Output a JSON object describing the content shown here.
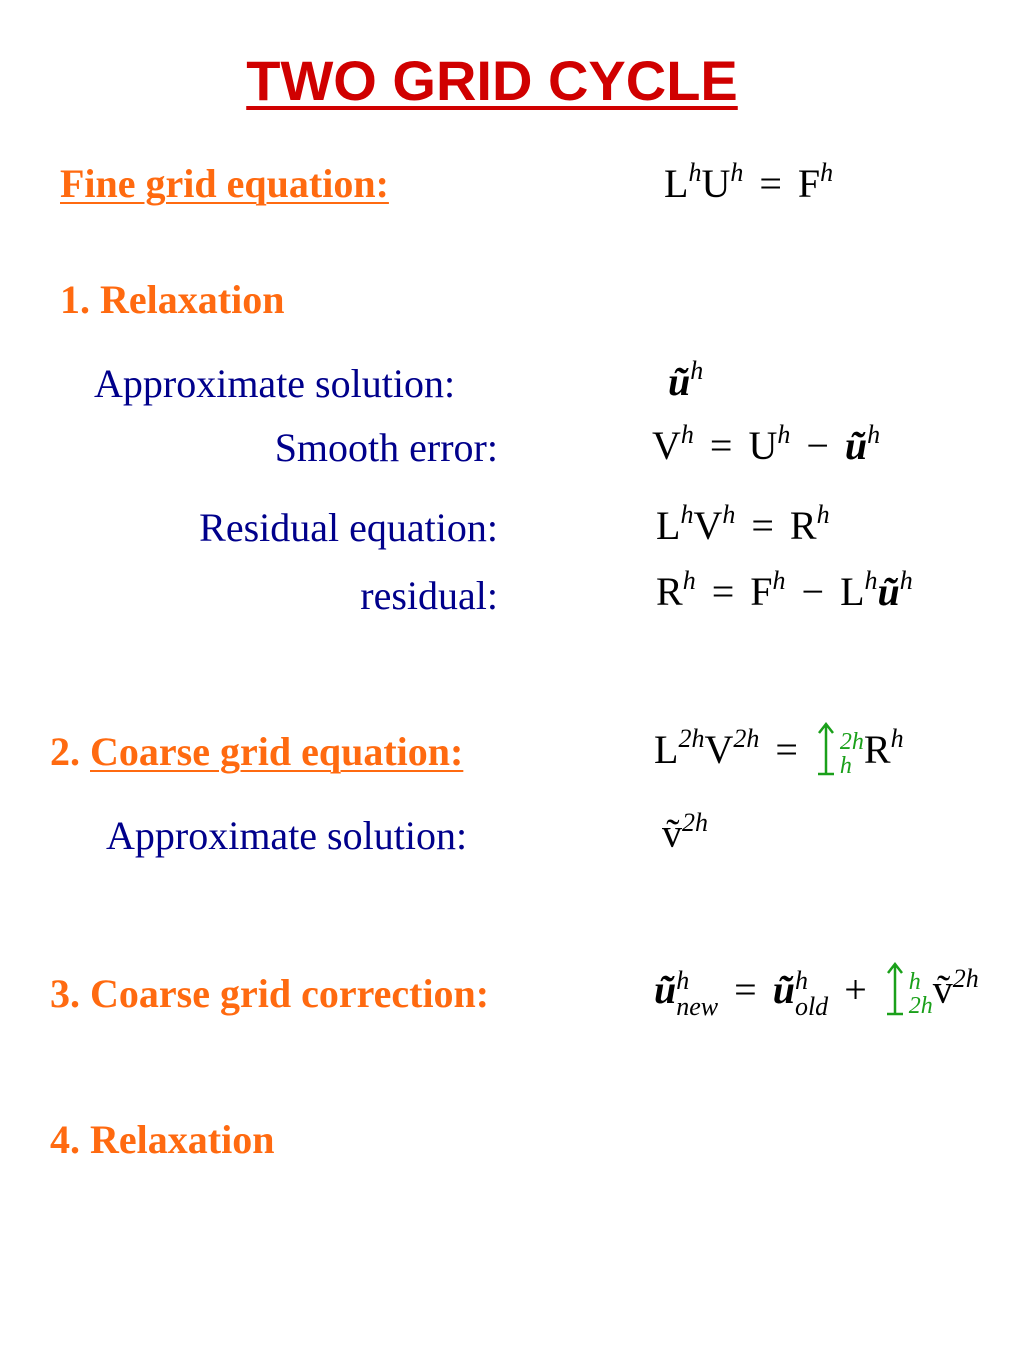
{
  "title": "TWO GRID  CYCLE",
  "fine_grid": {
    "label": "Fine grid equation:",
    "eq": {
      "L": "L",
      "h1": "h",
      "U": "U",
      "h2": "h",
      "eq": "=",
      "F": "F",
      "h3": "h"
    }
  },
  "step1": {
    "label": "1. Relaxation",
    "approx_label": "Approximate solution:",
    "approx_eq": {
      "u": "ũ",
      "h": "h"
    },
    "smooth_label": "Smooth error:",
    "smooth_eq": {
      "V": "V",
      "h1": "h",
      "eq": "=",
      "U": "U",
      "h2": "h",
      "minus": "−",
      "u": "ũ",
      "h3": "h"
    },
    "residual_eq_label": "Residual equation:",
    "residual_eq": {
      "L": "L",
      "h1": "h",
      "V": "V",
      "h2": "h",
      "eq": "=",
      "R": "R",
      "h3": "h"
    },
    "residual_label": "residual:",
    "residual": {
      "R": "R",
      "h1": "h",
      "eq": "=",
      "F": "F",
      "h2": "h",
      "minus": "−",
      "L": "L",
      "h3": "h",
      "u": "ũ",
      "h4": "h"
    }
  },
  "step2": {
    "number": "2.",
    "label": "Coarse grid equation:",
    "eq": {
      "L": "L",
      "s1": "2h",
      "V": "V",
      "s2": "2h",
      "eq": "=",
      "op_top": "2h",
      "op_bottom": "h",
      "R": "R",
      "s3": "h"
    },
    "approx_label": "Approximate solution:",
    "approx_eq": {
      "v": "ṽ",
      "s": "2h"
    }
  },
  "step3": {
    "label": "3. Coarse grid correction:",
    "eq": {
      "u1": "ũ",
      "h1": "h",
      "new": "new",
      "eq": "=",
      "u2": "ũ",
      "h2": "h",
      "old": "old",
      "plus": "+",
      "op_top": "h",
      "op_bottom": "2h",
      "v": "ṽ",
      "s": "2h"
    }
  },
  "step4": {
    "label": "4. Relaxation"
  },
  "colors": {
    "title": "#d00000",
    "heading": "#ff6a10",
    "label": "#00008b",
    "operator": "#1aa01a"
  },
  "icons": {
    "operator_symbol": "arrow-bracket-icon"
  }
}
